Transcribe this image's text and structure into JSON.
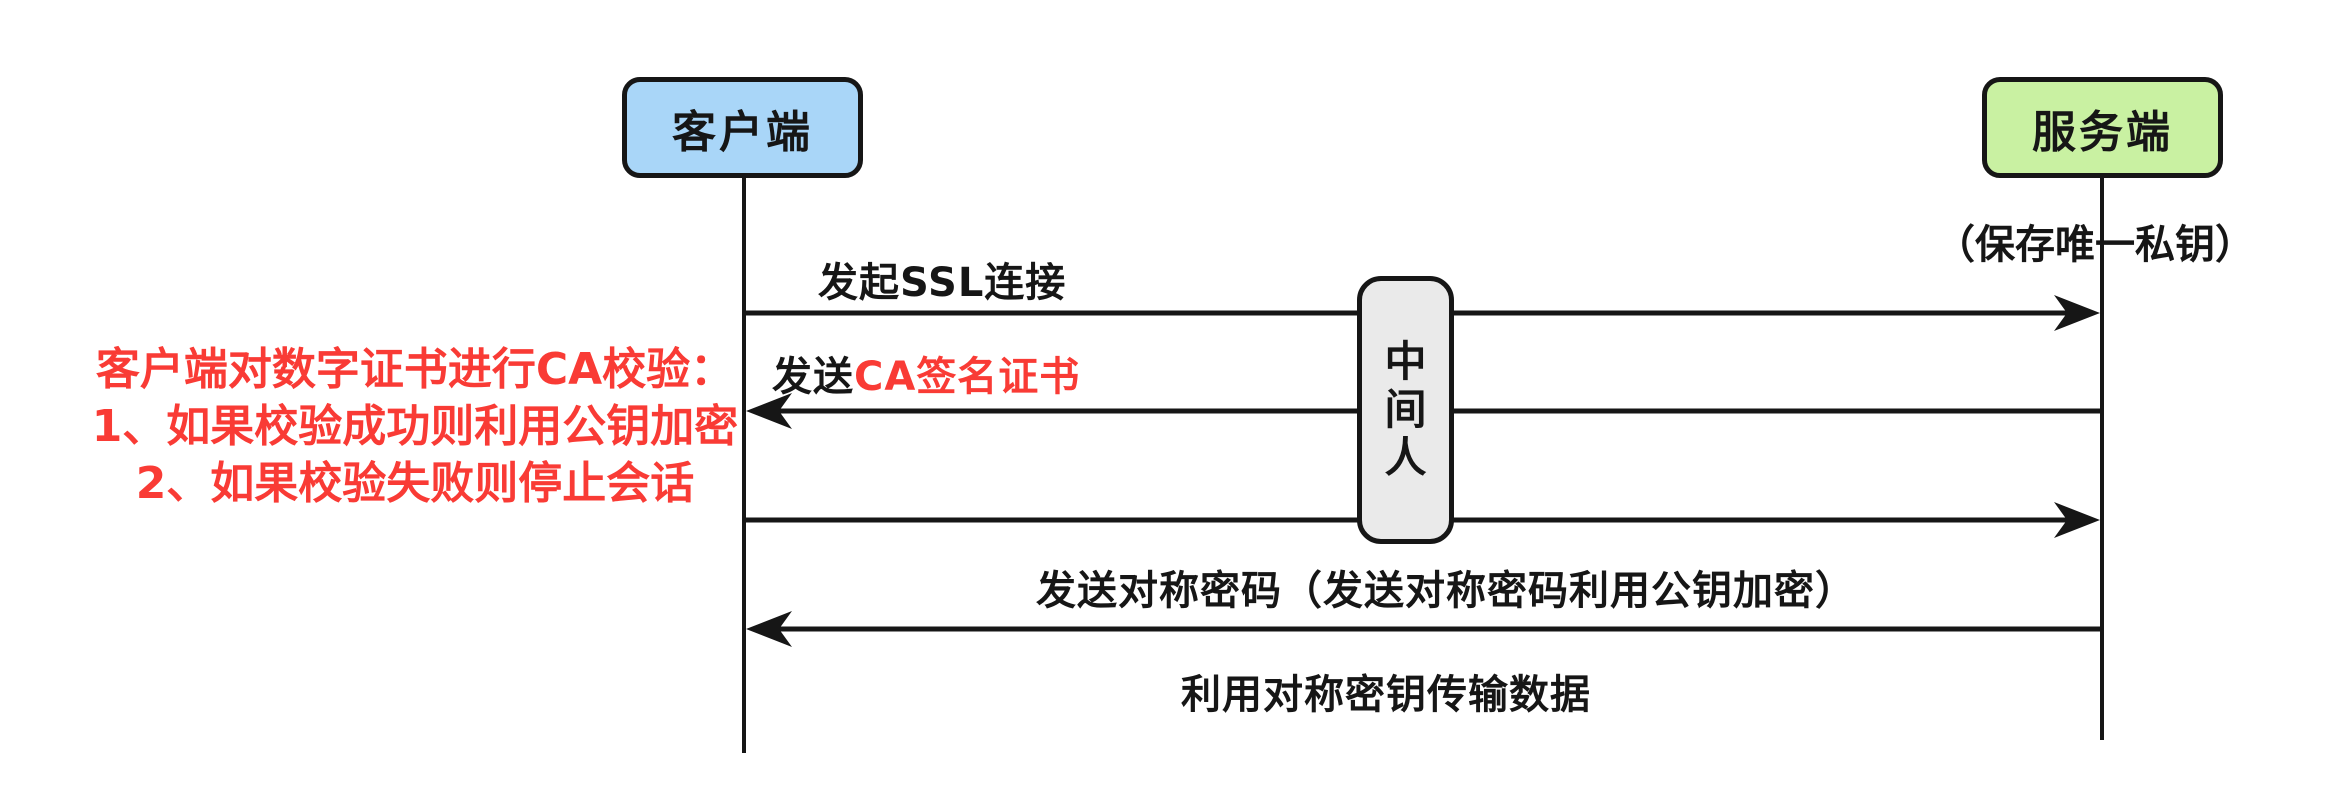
{
  "diagram": {
    "type": "sequence-diagram",
    "background_color": "#ffffff",
    "stroke_color": "#161616",
    "actors": {
      "client": {
        "label": "客户端",
        "fill": "#a9d6f8"
      },
      "server": {
        "label": "服务端",
        "fill": "#c9f1a2"
      }
    },
    "mitm": {
      "label": "中间人",
      "fill": "#eaeaea"
    },
    "server_note": {
      "text": "（保存唯一私钥）"
    },
    "ca_note": {
      "color": "#f93b35",
      "line1": "客户端对数字证书进行CA校验：",
      "line2": "1、如果校验成功则利用公钥加密",
      "line3": "2、如果校验失败则停止会话"
    },
    "messages": {
      "m1": {
        "label": "发起SSL连接",
        "direction": "client-to-server"
      },
      "m2": {
        "label_prefix": "发送",
        "label_highlight": "CA签名证书",
        "highlight_color": "#f93b35",
        "direction": "server-to-client"
      },
      "m3": {
        "label": "",
        "direction": "client-to-server"
      },
      "m4": {
        "label": "发送对称密码（发送对称密码利用公钥加密）",
        "direction": "server-to-client"
      },
      "m5": {
        "label": "利用对称密钥传输数据",
        "direction": "between-lifelines"
      }
    }
  }
}
